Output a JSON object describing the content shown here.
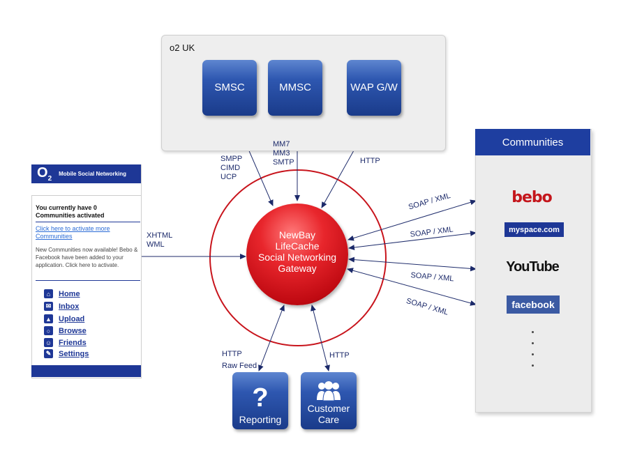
{
  "o2uk": {
    "title": "o2 UK",
    "services": [
      "SMSC",
      "MMSC",
      "WAP G/W"
    ]
  },
  "protocols": {
    "smsc": "SMPP\nCIMD\nUCP",
    "mmsc": "MM7\nMM3\nSMTP",
    "wap": "HTTP",
    "phone": "XHTML\nWML",
    "reporting": "HTTP\nRaw Feed",
    "care": "HTTP",
    "soap": [
      "SOAP / XML",
      "SOAP / XML",
      "SOAP / XML",
      "SOAP / XML"
    ]
  },
  "gateway": {
    "label": "NewBay\nLifeCache\nSocial Networking\nGateway"
  },
  "bottom": {
    "reporting": "Reporting",
    "care": "Customer\nCare",
    "reporting_icon": "question-mark-icon",
    "care_icon": "people-icon"
  },
  "communities": {
    "title": "Communities",
    "logos": [
      "bebo",
      "myspace.com",
      "YouTube",
      "facebook"
    ]
  },
  "phone": {
    "brand": "O",
    "brand_sub": "2",
    "header": "Mobile Social Networking",
    "status": "You currently have 0 Communities activated",
    "link": "Click here to activate more Communities",
    "notice": "New Communities now available! Bebo & Facebook have been added to your application. Click here to activate.",
    "menu": [
      "Home",
      "Inbox",
      "Upload",
      "Browse",
      "Friends",
      "Settings"
    ]
  },
  "colors": {
    "navy": "#1e3796",
    "gateway_red": "#d0121b",
    "ring_red": "#c8141c",
    "arrow": "#1c2a6a"
  }
}
